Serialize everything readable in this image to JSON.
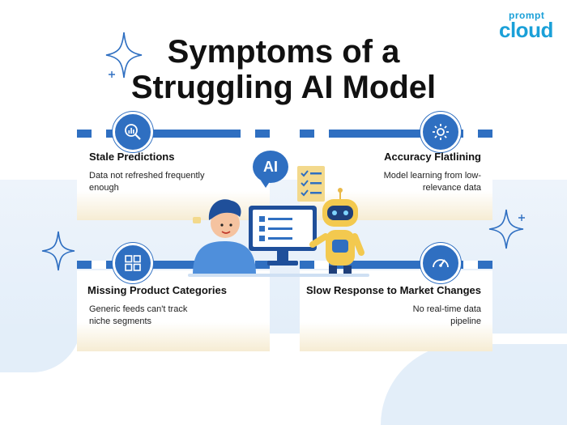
{
  "brand": {
    "prefix": "prompt",
    "name": "cloud"
  },
  "title": {
    "line1": "Symptoms of a",
    "line2": "Struggling AI Model"
  },
  "center": {
    "bubble_text": "AI"
  },
  "cards": [
    {
      "title": "Stale Predictions",
      "description": "Data not refreshed frequently enough",
      "icon": "analytics-search-icon"
    },
    {
      "title": "Accuracy Flatlining",
      "description": "Model learning from low-relevance data",
      "icon": "gear-settings-icon"
    },
    {
      "title": "Missing Product Categories",
      "description": "Generic feeds can't track niche segments",
      "icon": "product-catalog-icon"
    },
    {
      "title": "Slow Response to Market Changes",
      "description": "No real-time data pipeline",
      "icon": "speedometer-icon"
    }
  ],
  "colors": {
    "primary_blue": "#2f6fc1",
    "logo_blue": "#1aa0d8",
    "card_fade": "#f6ecd3",
    "background_band": "#e3eef9"
  }
}
